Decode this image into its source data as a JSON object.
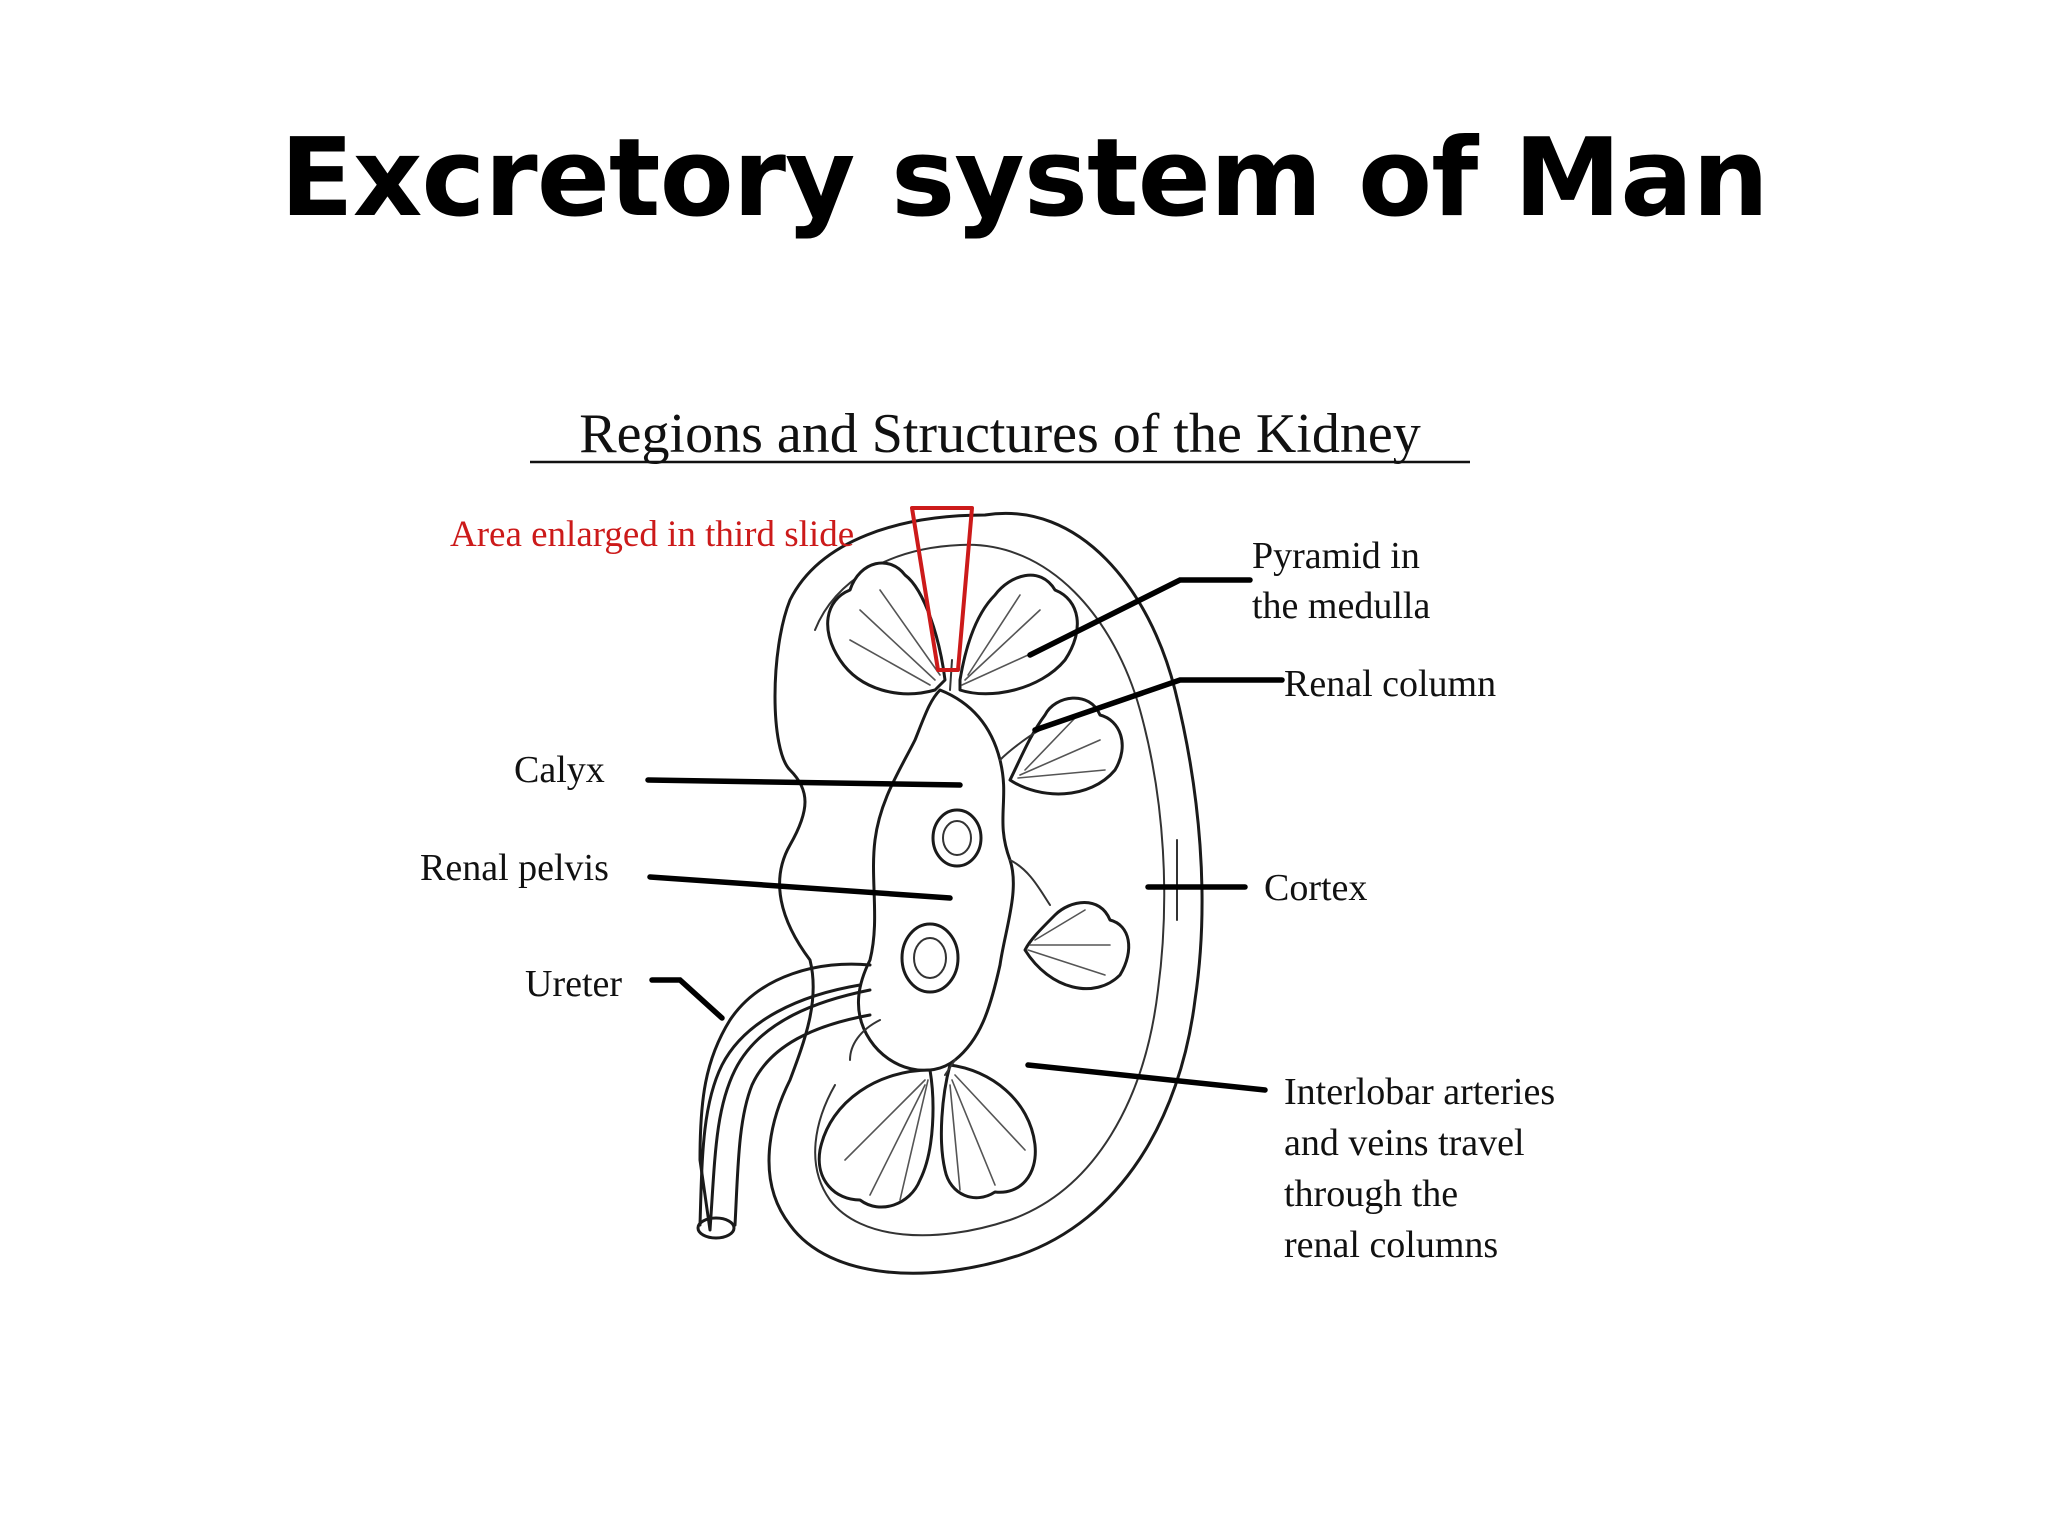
{
  "slide": {
    "title": "Excretory system of Man"
  },
  "diagram": {
    "heading": "Regions and Structures of the Kidney",
    "highlight_label": "Area enlarged in third slide",
    "labels": {
      "pyramid": [
        "Pyramid in",
        "the medulla"
      ],
      "renal_column": "Renal column",
      "calyx": "Calyx",
      "renal_pelvis": "Renal pelvis",
      "cortex": "Cortex",
      "ureter": "Ureter",
      "interlobar": [
        "Interlobar arteries",
        "and veins travel",
        "through the",
        "renal columns"
      ]
    },
    "colors": {
      "highlight": "#cc1a1a",
      "ink": "#000000",
      "background": "#ffffff"
    }
  }
}
